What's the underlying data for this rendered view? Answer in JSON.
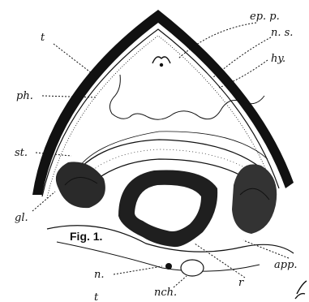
{
  "figure": {
    "caption": "Fig. 1.",
    "labels": {
      "t_top": "t",
      "ep_p": "ep. p.",
      "n_s": "n. s.",
      "hy": "hy.",
      "ph": "ph.",
      "st": "st.",
      "gl": "gl.",
      "app": "app.",
      "r": "r",
      "n": "n.",
      "nch": "nch.",
      "t_bottom": "t"
    }
  }
}
